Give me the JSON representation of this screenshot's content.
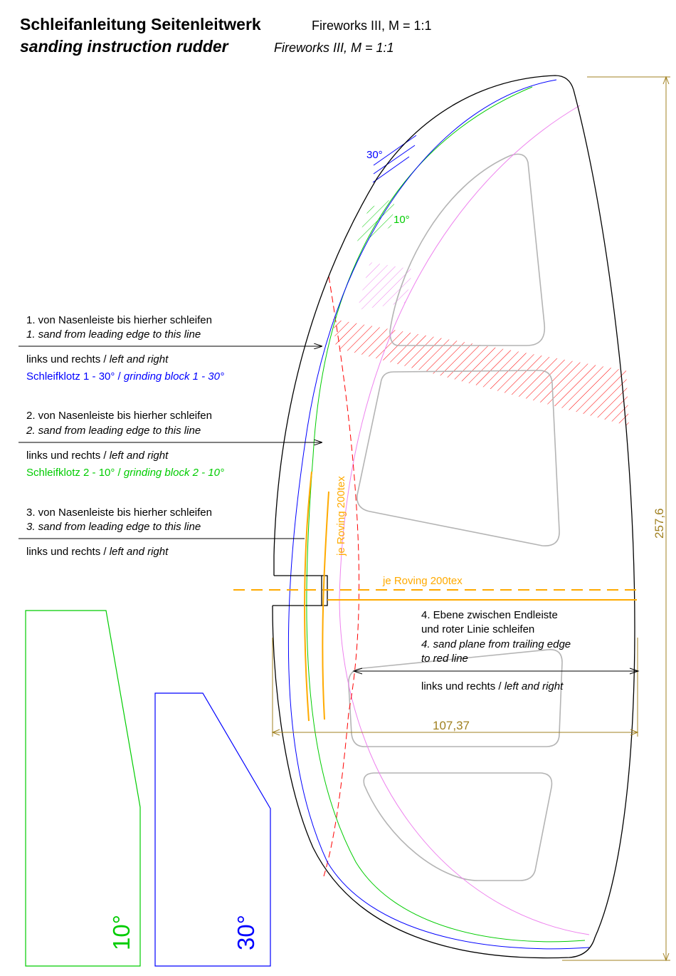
{
  "title": {
    "de_main": "Schleifanleitung Seitenleitwerk",
    "de_model": "Fireworks III, M = 1:1",
    "en_main": "sanding instruction rudder",
    "en_model": "Fireworks III, M = 1:1"
  },
  "colors": {
    "outline": "#000000",
    "blue": "#0000ff",
    "green": "#00cc00",
    "magenta": "#ee82ee",
    "red": "#ff0000",
    "orange": "#ffaa00",
    "dimension": "#a08020",
    "cutout": "#b4b4b4"
  },
  "angles": {
    "blue": "30°",
    "green": "10°"
  },
  "steps": [
    {
      "de": "1. von Nasenleiste bis hierher schleifen",
      "en": "1. sand from leading edge to this line",
      "side_de": "links und rechts / ",
      "side_en": "left and right",
      "block_de": "Schleifklotz 1 - 30° / ",
      "block_en": "grinding block 1 - 30°"
    },
    {
      "de": "2. von Nasenleiste bis hierher schleifen",
      "en": "2. sand from leading edge to this line",
      "side_de": "links und rechts / ",
      "side_en": "left and right",
      "block_de": "Schleifklotz 2 - 10° / ",
      "block_en": "grinding block 2 - 10°"
    },
    {
      "de": "3. von Nasenleiste bis hierher schleifen",
      "en": "3. sand from leading edge to this line",
      "side_de": "links und rechts / ",
      "side_en": "left and right"
    }
  ],
  "step4": {
    "de1": "4. Ebene zwischen Endleiste",
    "de2": "und roter Linie schleifen",
    "en1": "4. sand plane from trailing edge",
    "en2": "to red line",
    "side_de": "links und rechts / ",
    "side_en": "left and right"
  },
  "roving": {
    "vertical": "je Roving 200tex",
    "horizontal": "je Roving 200tex"
  },
  "dimensions": {
    "height": "257,6",
    "width": "107,37"
  },
  "blocks": {
    "green_label": "10°",
    "blue_label": "30°"
  }
}
